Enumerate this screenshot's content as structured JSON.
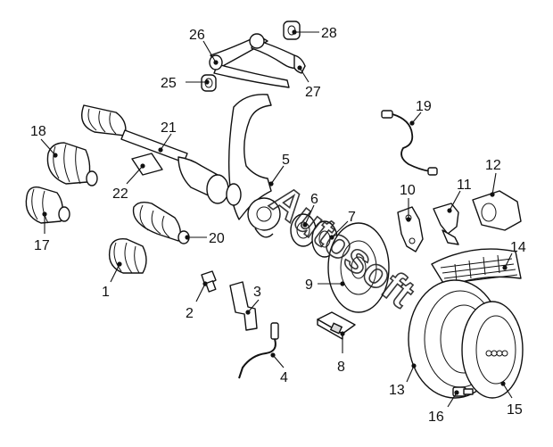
{
  "callouts": [
    {
      "id": "1",
      "label": "1"
    },
    {
      "id": "2",
      "label": "2"
    },
    {
      "id": "3",
      "label": "3"
    },
    {
      "id": "4",
      "label": "4"
    },
    {
      "id": "5",
      "label": "5"
    },
    {
      "id": "6",
      "label": "6"
    },
    {
      "id": "7",
      "label": "7"
    },
    {
      "id": "8",
      "label": "8"
    },
    {
      "id": "9",
      "label": "9"
    },
    {
      "id": "10",
      "label": "10"
    },
    {
      "id": "11",
      "label": "11"
    },
    {
      "id": "12",
      "label": "12"
    },
    {
      "id": "13",
      "label": "13"
    },
    {
      "id": "14",
      "label": "14"
    },
    {
      "id": "15",
      "label": "15"
    },
    {
      "id": "16",
      "label": "16"
    },
    {
      "id": "17",
      "label": "17"
    },
    {
      "id": "18",
      "label": "18"
    },
    {
      "id": "19",
      "label": "19"
    },
    {
      "id": "20",
      "label": "20"
    },
    {
      "id": "21",
      "label": "21"
    },
    {
      "id": "22",
      "label": "22"
    },
    {
      "id": "25",
      "label": "25"
    },
    {
      "id": "26",
      "label": "26"
    },
    {
      "id": "27",
      "label": "27"
    },
    {
      "id": "28",
      "label": "28"
    }
  ],
  "watermark": {
    "text": "Autosoft"
  }
}
